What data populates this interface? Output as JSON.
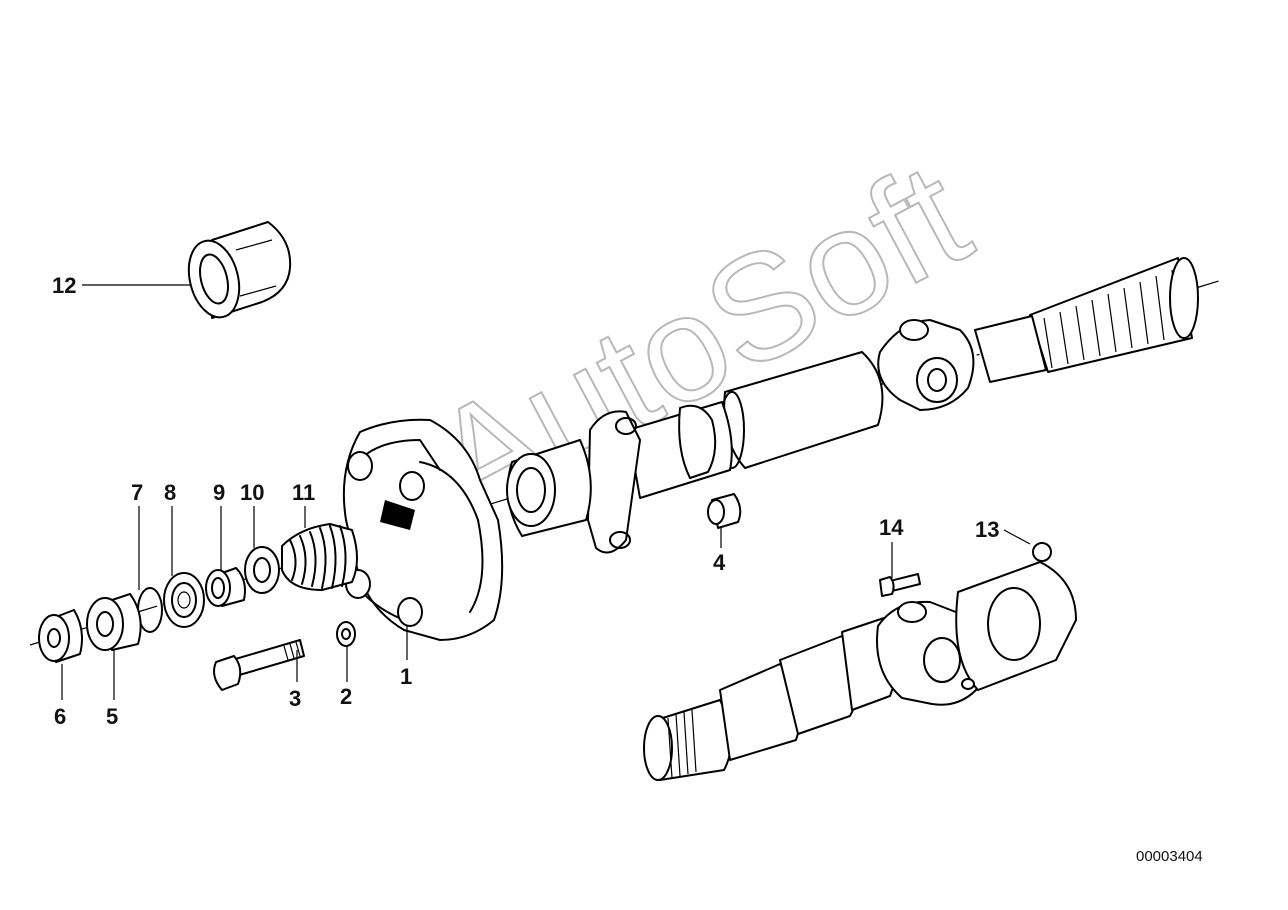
{
  "diagram_id": "00003404",
  "watermark": "AutoSoft",
  "callouts": [
    "1",
    "2",
    "3",
    "4",
    "5",
    "6",
    "7",
    "8",
    "9",
    "10",
    "11",
    "12",
    "13",
    "14"
  ]
}
